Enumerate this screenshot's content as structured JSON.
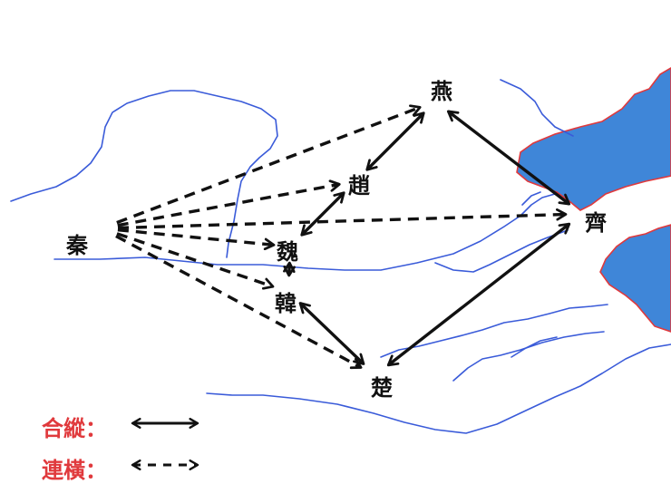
{
  "colors": {
    "river": "#3a5bd9",
    "sea_fill": "#3f86d8",
    "coast": "#e0393c",
    "arrow": "#111111",
    "legend_text": "#e0393c"
  },
  "states": {
    "qin": "秦",
    "yan": "燕",
    "zhao": "趙",
    "wei": "魏",
    "han": "韓",
    "chu": "楚",
    "qi": "齊"
  },
  "legend": {
    "alliance_label": "合縱：",
    "alliance_style": "solid",
    "horizontal_label": "連橫：",
    "horizontal_style": "dashed"
  },
  "links": [
    {
      "from": "qin",
      "to": "yan",
      "style": "dashed",
      "kind": "horizontal"
    },
    {
      "from": "qin",
      "to": "zhao",
      "style": "dashed",
      "kind": "horizontal"
    },
    {
      "from": "qin",
      "to": "qi",
      "style": "dashed",
      "kind": "horizontal"
    },
    {
      "from": "qin",
      "to": "wei",
      "style": "dashed",
      "kind": "horizontal"
    },
    {
      "from": "qin",
      "to": "han",
      "style": "dashed",
      "kind": "horizontal"
    },
    {
      "from": "qin",
      "to": "chu",
      "style": "dashed",
      "kind": "horizontal"
    },
    {
      "from": "yan",
      "to": "zhao",
      "style": "solid",
      "kind": "alliance"
    },
    {
      "from": "zhao",
      "to": "wei",
      "style": "solid",
      "kind": "alliance"
    },
    {
      "from": "wei",
      "to": "han",
      "style": "solid",
      "kind": "alliance"
    },
    {
      "from": "han",
      "to": "chu",
      "style": "solid",
      "kind": "alliance"
    },
    {
      "from": "chu",
      "to": "qi",
      "style": "solid",
      "kind": "alliance"
    },
    {
      "from": "qi",
      "to": "yan",
      "style": "solid",
      "kind": "alliance"
    }
  ]
}
